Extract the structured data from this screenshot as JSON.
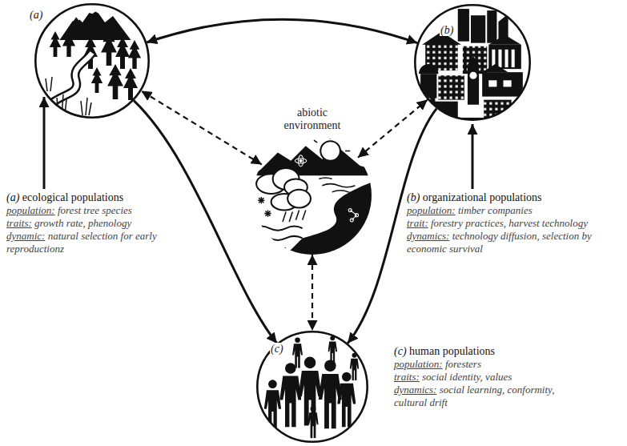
{
  "diagram": {
    "nodes": [
      {
        "text": [
          "(a)",
          "(a) ecological populations",
          "population: forest tree species",
          "traits: growth rate, phenology",
          "dynamic: natural selection for early reproductionz"
        ]
      },
      {
        "text": [
          "(b)",
          "(b) organizational populations",
          "population: timber companies",
          "trait: forestry practices, harvest technology",
          "dynamics: technology diffusion, selection by economic survival"
        ]
      },
      {
        "text": [
          "abiotic environment"
        ]
      },
      {
        "text": [
          "(c)",
          "(c) human populations",
          "population: foresters",
          "traits: social identity, values",
          "dynamics: social learning, conformity, cultural drift"
        ]
      }
    ],
    "edges": [
      {
        "from": 0,
        "to": 1,
        "arrow": "both"
      },
      {
        "from": 2,
        "to": 0,
        "arrow": "both"
      },
      {
        "from": 2,
        "to": 1,
        "arrow": "both"
      },
      {
        "from": 0,
        "to": 3,
        "arrow": "to"
      },
      {
        "from": 1,
        "to": 3,
        "arrow": "to"
      },
      {
        "from": 2,
        "to": 3,
        "arrow": "both"
      }
    ]
  }
}
